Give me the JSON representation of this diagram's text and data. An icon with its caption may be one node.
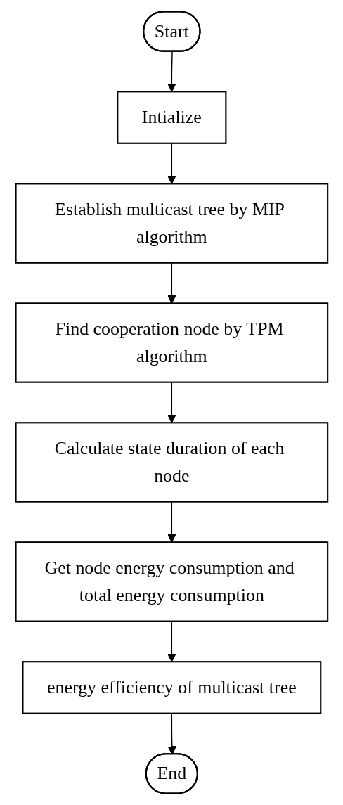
{
  "diagram": {
    "nodes": [
      {
        "text": [
          "Start"
        ]
      },
      {
        "text": [
          "Intialize"
        ]
      },
      {
        "text": [
          "Establish multicast tree by MIP algorithm"
        ]
      },
      {
        "text": [
          "Find cooperation node by TPM algorithm"
        ]
      },
      {
        "text": [
          "Calculate state duration of each node"
        ]
      },
      {
        "text": [
          "Get node energy consumption and total energy consumption"
        ]
      },
      {
        "text": [
          "energy efficiency of multicast tree"
        ]
      },
      {
        "text": [
          "End"
        ]
      }
    ],
    "edges": [
      {
        "from": 0,
        "to": 1,
        "arrow": "to"
      },
      {
        "from": 1,
        "to": 2,
        "arrow": "to"
      },
      {
        "from": 2,
        "to": 3,
        "arrow": "to"
      },
      {
        "from": 3,
        "to": 4,
        "arrow": "to"
      },
      {
        "from": 4,
        "to": 5,
        "arrow": "to"
      },
      {
        "from": 5,
        "to": 6,
        "arrow": "to"
      },
      {
        "from": 6,
        "to": 7,
        "arrow": "to"
      }
    ]
  }
}
